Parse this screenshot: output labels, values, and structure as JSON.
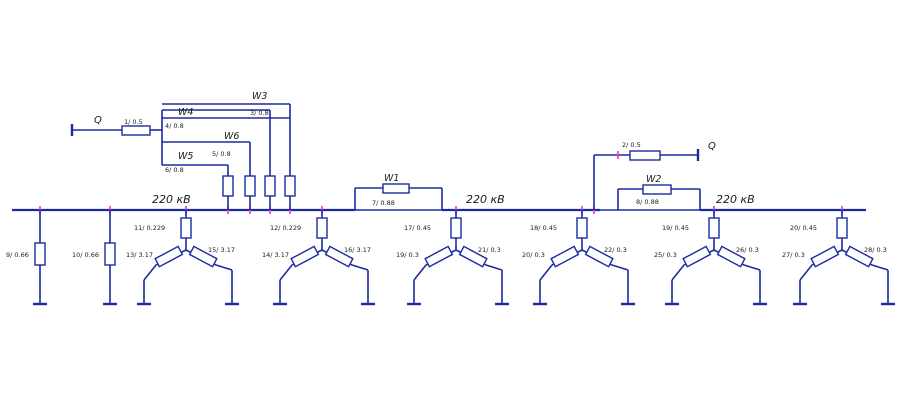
{
  "bus_sections": [
    {
      "label": "220 кВ"
    },
    {
      "label": "220 кВ"
    },
    {
      "label": "220 кВ"
    }
  ],
  "lines": {
    "w1": {
      "name": "W1",
      "value": "7/ 0.88"
    },
    "w2": {
      "name": "W2",
      "value": "8/ 0.88"
    },
    "w3": {
      "name": "W3",
      "value": "3/ 0.8"
    },
    "w4": {
      "name": "W4",
      "value": "4/ 0.8"
    },
    "w5": {
      "name": "W5",
      "value": "6/ 0.8"
    },
    "w6": {
      "name": "W6",
      "value": "5/ 0.8"
    }
  },
  "sources": {
    "left": {
      "label": "Q",
      "value": "1/ 0.5"
    },
    "right": {
      "label": "Q",
      "value": "2/ 0.5"
    }
  },
  "shunts": [
    {
      "value": "9/ 0.66"
    },
    {
      "value": "10/ 0.66"
    }
  ],
  "transformers": [
    {
      "top": "11/ 0.229",
      "left": "13/ 3.17",
      "right": "15/ 3.17"
    },
    {
      "top": "12/ 0.229",
      "left": "14/ 3.17",
      "right": "16/ 3.17"
    },
    {
      "top": "17/ 0.45",
      "left": "19/ 0.3",
      "right": "21/ 0.3"
    },
    {
      "top": "18/ 0.45",
      "left": "20/ 0.3",
      "right": "22/ 0.3"
    },
    {
      "top": "19/ 0.45",
      "left": "25/ 0.3",
      "right": "26/ 0.3"
    },
    {
      "top": "20/ 0.45",
      "left": "27/ 0.3",
      "right": "28/ 0.3"
    }
  ]
}
